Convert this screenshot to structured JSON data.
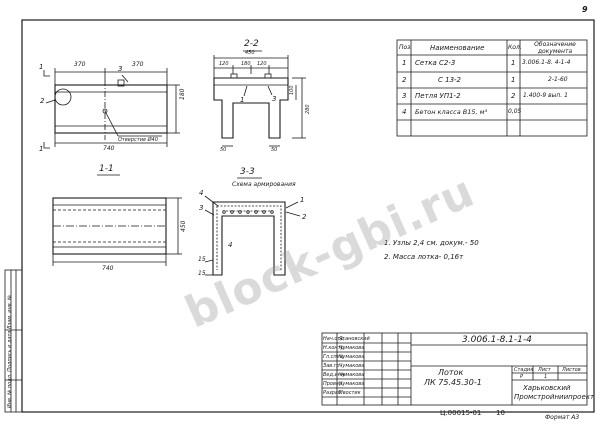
{
  "sheet": {
    "sheet_number": "9",
    "format": "Формат А3",
    "inventory": "Ц.00015-01",
    "inventory_sheet": "10"
  },
  "views": {
    "main_dims": [
      "370",
      "370",
      "740",
      "180"
    ],
    "main_marks": [
      "1",
      "1",
      "2",
      "3"
    ],
    "hole_label": "Отверстие Ø40",
    "section_2_2": {
      "title": "2-2",
      "dims": [
        "450",
        "120",
        "180",
        "120",
        "50",
        "50",
        "100",
        "280"
      ],
      "marks": [
        "1",
        "3"
      ]
    },
    "section_1_1": {
      "title": "1-1",
      "dims": [
        "740",
        "450"
      ]
    },
    "section_3_3": {
      "title": "3-3",
      "subtitle": "Схема армирования",
      "marks": [
        "1",
        "2",
        "3",
        "4",
        "4",
        "15",
        "15"
      ]
    }
  },
  "spec": {
    "headers": {
      "pos": "Поз.",
      "name": "Наименование",
      "qty": "Кол.",
      "doc": "Обозначение документа"
    },
    "rows": [
      {
        "pos": "1",
        "name": "Сетка  С2-3",
        "qty": "1",
        "doc": "3.006.1-8. 4-1-4"
      },
      {
        "pos": "2",
        "name": "С 13-2",
        "qty": "1",
        "doc": "2-1-60"
      },
      {
        "pos": "3",
        "name": "Петля  УП1-2",
        "qty": "2",
        "doc": "1.400-9  вып. 1"
      },
      {
        "pos": "4",
        "name": "Бетон  классa  В15, м³",
        "qty": "0,05",
        "doc": ""
      }
    ]
  },
  "notes": [
    "1. Узлы 2,4  см. докум.- 50",
    "2. Масса лотка- 0,16т"
  ],
  "title_block": {
    "code": "3.006.1-8.1-1-4",
    "name_line1": "Лоток",
    "name_line2": "ЛК 75.45.30-1",
    "stage_label": "Стадия",
    "sheet_label": "Лист",
    "sheets_label": "Листов",
    "stage": "Р",
    "sheet": "1",
    "org_line1": "Харьковский",
    "org_line2": "Промстройниипроект",
    "roles": [
      "Нач.отд.",
      "Н.контр.",
      "Гл.спец.",
      "Зав.гр.",
      "Вед.инж.",
      "Провер.",
      "Разраб."
    ],
    "names": [
      "Ягановский",
      "Чумаковa",
      "Чумаковa",
      "Чумаковa",
      "Чумаковa",
      "Чумаковa",
      "Ивостик"
    ]
  },
  "side_stamp": "Инв. № подл.   Подпись и дата   Взам. инв. №",
  "watermark": "block-gbi.ru"
}
